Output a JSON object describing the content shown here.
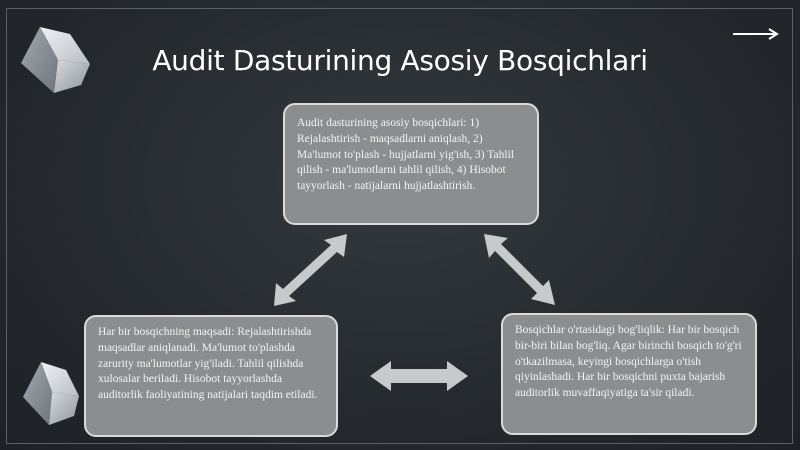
{
  "slide": {
    "title": "Audit Dasturining Asosiy Bosqichlari"
  },
  "boxes": {
    "top": "Audit dasturining asosiy bosqichlari: 1) Rejalashtirish - maqsadlarni aniqlash, 2) Ma'lumot to'plash - hujjatlarni yig'ish, 3) Tahlil qilish - ma'lumotlarni tahlil qilish, 4) Hisobot tayyorlash - natijalarni hujjatlashtirish.",
    "left": "Har bir bosqichning maqsadi: Rejalashtirishda maqsadlar aniqlanadi. Ma'lumot to'plashda zarurity ma'lumotlar yig'iladi. Tahlil qilishda xulosalar beriladi. Hisobot tayyorlashda auditorlik faoliyatining natijalari taqdim etiladi.",
    "right": "Bosqichlar o'rtasidagi bog'liqlik: Har bir bosqich bir-biri bilan bog'liq. Agar birinchi bosqich to'g'ri o'tkazilmasa, keyingi bosqichlarga o'tish qiyinlashadi. Har bir bosqichni puxta bajarish auditorlik muvaffaqiyatiga ta'sir qiladi."
  },
  "icons": {
    "decoration": "cube-icon",
    "connector": "double-arrow-icon",
    "navigation": "arrow-right-icon"
  },
  "colors": {
    "background": "#2a2e33",
    "box_fill": "#8c8d8f",
    "box_border": "#d9dadb",
    "arrow": "#c8c9cb",
    "title": "#ffffff"
  }
}
